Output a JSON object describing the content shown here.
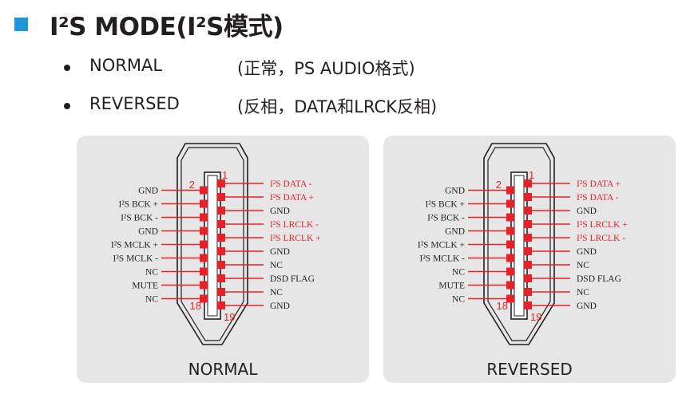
{
  "title": {
    "text": "I²S MODE(I²S模式)"
  },
  "modes": [
    {
      "name": "NORMAL",
      "desc": "(正常，PS AUDIO格式)"
    },
    {
      "name": "REVERSED",
      "desc": "(反相，DATA和LRCK反相)"
    }
  ],
  "colors": {
    "accent": "#1f97d4",
    "pin_red": "#e62129",
    "panel_bg": "#e6e6e6",
    "text": "#231f20"
  },
  "diagrams": [
    {
      "caption": "NORMAL",
      "pin_numbers": {
        "top_right": "1",
        "top_left": "2",
        "bottom_left": "18",
        "bottom_right": "19"
      },
      "left_labels": [
        "GND",
        "I²S BCK +",
        "I²S BCK -",
        "GND",
        "I²S MCLK +",
        "I²S MCLK -",
        "NC",
        "MUTE",
        "NC"
      ],
      "right_labels": [
        "I²S DATA -",
        "I²S DATA +",
        "GND",
        "I²S LRCLK -",
        "I²S LRCLK +",
        "GND",
        "NC",
        "DSD FLAG",
        "NC",
        "GND"
      ],
      "right_red": [
        true,
        true,
        false,
        true,
        true,
        false,
        false,
        false,
        false,
        false
      ]
    },
    {
      "caption": "REVERSED",
      "pin_numbers": {
        "top_right": "1",
        "top_left": "2",
        "bottom_left": "18",
        "bottom_right": "19"
      },
      "left_labels": [
        "GND",
        "I²S BCK +",
        "I²S BCK -",
        "GND",
        "I²S MCLK +",
        "I²S MCLK -",
        "NC",
        "MUTE",
        "NC"
      ],
      "right_labels": [
        "I²S DATA +",
        "I²S DATA -",
        "GND",
        "I²S LRCLK +",
        "I²S LRCLK -",
        "GND",
        "NC",
        "DSD FLAG",
        "NC",
        "GND"
      ],
      "right_red": [
        true,
        true,
        false,
        true,
        true,
        false,
        false,
        false,
        false,
        false
      ]
    }
  ]
}
